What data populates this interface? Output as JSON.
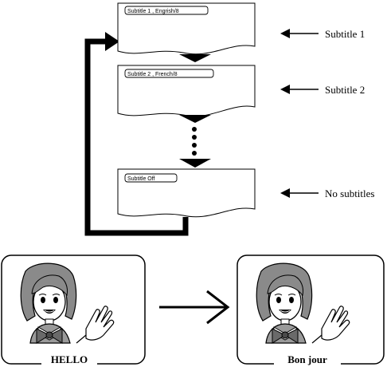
{
  "screens": [
    {
      "osd": "Subtitle 1 , Engrish/8",
      "label": "Subtitle 1"
    },
    {
      "osd": "Subtitle 2 , French/8",
      "label": "Subtitle 2"
    },
    {
      "osd": "Subtitle Off",
      "label": "No subtitles"
    }
  ],
  "examples": {
    "before_caption": "HELLO",
    "after_caption": "Bon jour"
  },
  "icons": {
    "loop": "loop-arrow-icon",
    "step": "down-triangle-icon",
    "ellipsis": "vertical-dots-icon",
    "pointer": "left-arrow-icon",
    "transition": "right-arrow-icon",
    "person": "waving-girl-icon"
  }
}
